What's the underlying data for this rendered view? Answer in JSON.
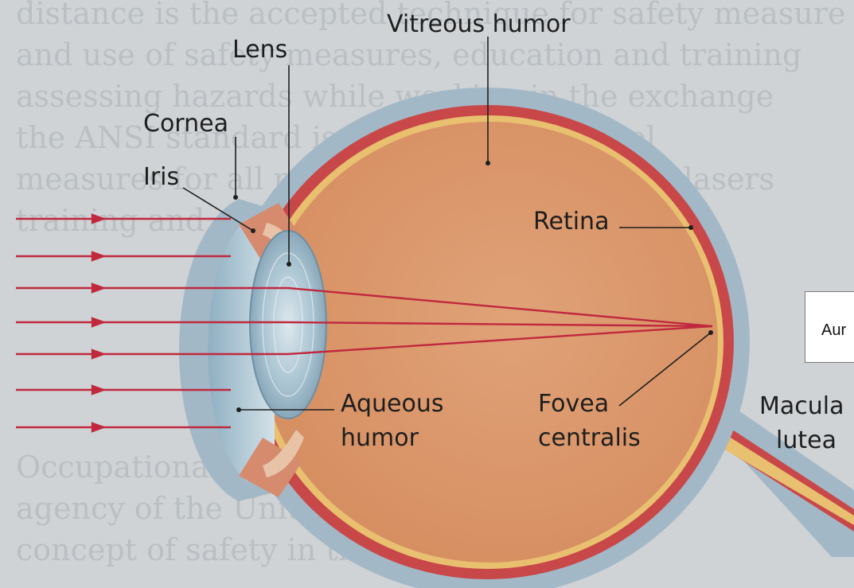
{
  "labels": {
    "vitreous_humor": "Vitreous humor",
    "lens": "Lens",
    "cornea": "Cornea",
    "iris": "Iris",
    "retina": "Retina",
    "aqueous_line1": "Aqueous",
    "aqueous_line2": "humor",
    "fovea_line1": "Fovea",
    "fovea_line2": "centralis",
    "macula_line1": "Macula",
    "macula_line2": "lutea"
  },
  "overlay": {
    "text": "Aur"
  },
  "colors": {
    "page_background": "#cfd3d6",
    "sclera": "#a3b8c6",
    "choroid": "#c8484a",
    "retina_layer": "#e8c070",
    "vitreous": "#dc9a6c",
    "lens": "#a8c4d2",
    "cornea_chamber": "#b7cdd8",
    "light_rays": "#c0283e"
  }
}
